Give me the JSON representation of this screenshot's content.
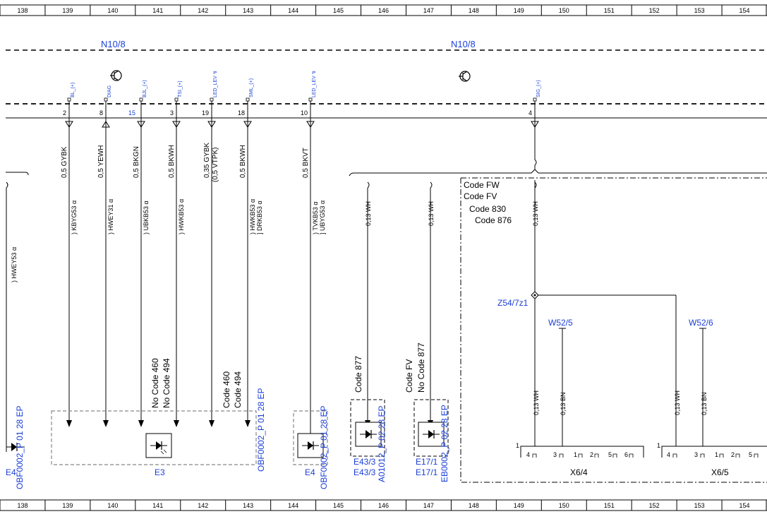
{
  "grid": {
    "columns": [
      "138",
      "139",
      "140",
      "141",
      "142",
      "143",
      "144",
      "145",
      "146",
      "147",
      "148",
      "149",
      "150",
      "151",
      "152",
      "153",
      "154"
    ]
  },
  "modules": {
    "left_name": "N10/8",
    "right_name": "N10/8"
  },
  "pins": [
    {
      "num": "2",
      "signal": "BL_(+)",
      "pin_label": ""
    },
    {
      "num": "8",
      "signal": "DIAG",
      "pin_label": ""
    },
    {
      "num": "",
      "signal": "BJL_(+)",
      "pin_label": "15"
    },
    {
      "num": "3",
      "signal": "TSI_(+)",
      "pin_label": ""
    },
    {
      "num": "19",
      "signal": "LED_LEV ↯",
      "pin_label": ""
    },
    {
      "num": "18",
      "signal": "SML_(+)",
      "pin_label": ""
    },
    {
      "num": "10",
      "signal": "LED_LEV ↯",
      "pin_label": ""
    },
    {
      "num": "4",
      "signal": "SIG_(+)",
      "pin_label": ""
    }
  ],
  "wires": [
    {
      "spec": "0,5 GYBK",
      "code": ") KBYG53 α"
    },
    {
      "spec": "0,5 YEWH",
      "code": ") HWEY31 α"
    },
    {
      "spec": "0,5 BKGN",
      "code": ") UBKB53 α"
    },
    {
      "spec": "0,5 BKWH",
      "code": ") HWKB53 α"
    },
    {
      "spec": "0,35 GYBK",
      "spec2": "(0,5 VTPK)",
      "code": ""
    },
    {
      "spec": "0,5 BKWH",
      "code": ") HWKB53 α",
      "code2": "] DRKB53 α"
    },
    {
      "spec": "0,5 BKVT",
      "code": ") TVKB53 α",
      "code2": "] UBYG53 α"
    }
  ],
  "left_edge_code": ") HWEY53 α",
  "mid_wires": [
    {
      "spec": "0,13 WH"
    },
    {
      "spec": "0,13 WH"
    },
    {
      "spec": "0,13 WH"
    }
  ],
  "codes": {
    "box_codes": [
      "Code FW",
      "Code FV",
      "Code 830",
      "Code 876"
    ],
    "no_460": "No Code 460",
    "no_494": "No Code 494",
    "c460": "Code 460",
    "c494": "Code 494",
    "c877": "Code 877",
    "cfv": "Code FV",
    "no877": "No Code 877"
  },
  "components": {
    "e3": "E3",
    "e4_left": "E4",
    "e4": "E4",
    "e43a": "E43/3",
    "e43b": "E43/3",
    "e17a": "E17/1",
    "e17b": "E17/1"
  },
  "refs": {
    "ref_left": "OBF0002_P 01 28 EP",
    "ref_e3": "OBF0002_P 01 28 EP",
    "ref_e4": "OBF0002_P 01 28 EP",
    "ref_e43": "A01012_P 02 28 EP",
    "ref_e17": "EB0002_P 02 28 EP"
  },
  "splice": "Z54/7z1",
  "w52_5": "W52/5",
  "w52_6": "W52/6",
  "lower_wires": [
    {
      "spec": "0,13 WH"
    },
    {
      "spec": "0,13 BN"
    },
    {
      "spec": "0,13 WH"
    },
    {
      "spec": "0,13 BN"
    }
  ],
  "connectors": {
    "x64": "X6/4",
    "x65": "X6/5",
    "pins_x64": [
      "1",
      "4",
      "3",
      "1",
      "2",
      "5",
      "6"
    ],
    "pins_x65": [
      "1",
      "4",
      "3",
      "1",
      "2",
      "5"
    ]
  }
}
